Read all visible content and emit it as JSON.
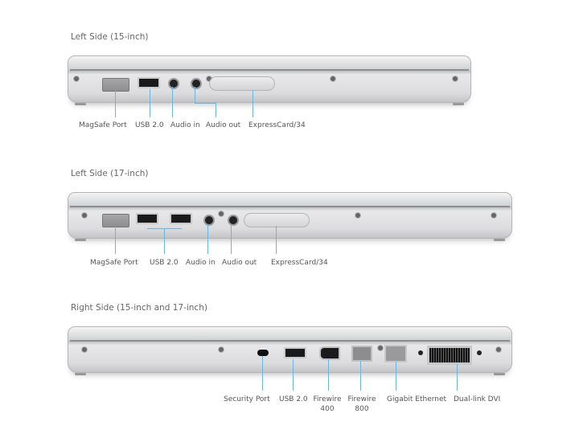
{
  "sections": [
    {
      "title": "Left Side (15-inch)",
      "labels": [
        "MagSafe Port",
        "USB 2.0",
        "Audio in",
        "Audio out",
        "ExpressCard/34"
      ]
    },
    {
      "title": "Left Side (17-inch)",
      "labels": [
        "MagSafe Port",
        "USB 2.0",
        "Audio in",
        "Audio out",
        "ExpressCard/34"
      ]
    },
    {
      "title": "Right Side (15-inch and 17-inch)",
      "labels": [
        "Security Port",
        "USB 2.0",
        "Firewire 400",
        "Firewire 800",
        "Gigabit Ethernet",
        "Dual-link DVI"
      ]
    }
  ],
  "accent": "#6ab4e0"
}
